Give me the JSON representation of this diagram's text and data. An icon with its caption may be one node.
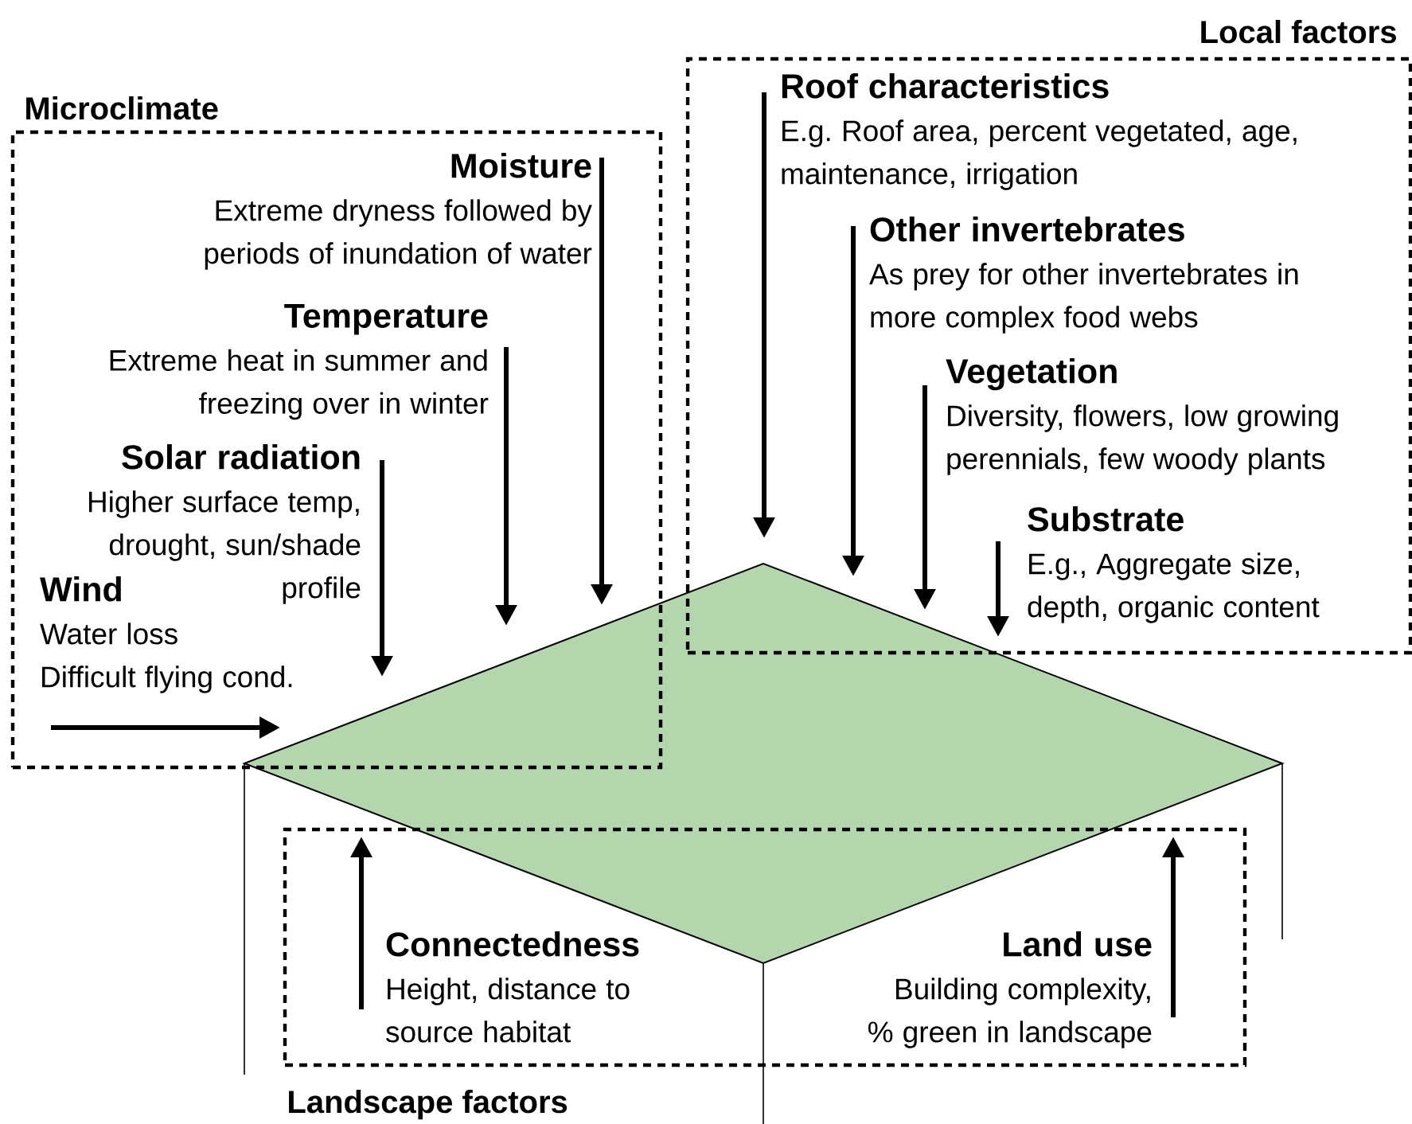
{
  "diagram": {
    "nodes": [
      {
        "text": [
          "Microclimate"
        ]
      },
      {
        "text": [
          "Moisture",
          "Extreme dryness followed by periods of inundation of water"
        ],
        "in": 0
      },
      {
        "text": [
          "Temperature",
          "Extreme heat in summer and freezing over in winter"
        ],
        "in": 0
      },
      {
        "text": [
          "Solar radiation",
          "Higher surface temp, drought, sun/shade profile"
        ],
        "in": 0
      },
      {
        "text": [
          "Wind",
          "Water loss",
          "Difficult flying cond."
        ],
        "in": 0
      },
      {
        "text": [
          "Local factors"
        ]
      },
      {
        "text": [
          "Roof characteristics",
          "E.g. Roof area, percent vegetated, age, maintenance, irrigation"
        ],
        "in": 5
      },
      {
        "text": [
          "Other invertebrates",
          "As prey for other invertebrates in more complex food webs"
        ],
        "in": 5
      },
      {
        "text": [
          "Vegetation",
          "Diversity, flowers, low growing perennials, few woody plants"
        ],
        "in": 5
      },
      {
        "text": [
          "Substrate",
          "E.g., Aggregate size, depth, organic content"
        ],
        "in": 5
      },
      {
        "text": [],
        "shape": "diamond"
      },
      {
        "text": [
          "Landscape factors"
        ]
      },
      {
        "text": [
          "Connectedness",
          "Height, distance to source habitat"
        ],
        "in": 11
      },
      {
        "text": [
          "Land use",
          "Building complexity, % green in landscape"
        ],
        "in": 11
      }
    ],
    "edges": [
      {
        "from": 1,
        "to": 10,
        "arrow": "to"
      },
      {
        "from": 2,
        "to": 10,
        "arrow": "to"
      },
      {
        "from": 3,
        "to": 10,
        "arrow": "to"
      },
      {
        "from": 4,
        "to": 10,
        "arrow": "to"
      },
      {
        "from": 6,
        "to": 10,
        "arrow": "to"
      },
      {
        "from": 7,
        "to": 10,
        "arrow": "to"
      },
      {
        "from": 8,
        "to": 10,
        "arrow": "to"
      },
      {
        "from": 9,
        "to": 10,
        "arrow": "to"
      },
      {
        "from": 12,
        "to": 10,
        "arrow": "to"
      },
      {
        "from": 13,
        "to": 10,
        "arrow": "to"
      }
    ]
  }
}
